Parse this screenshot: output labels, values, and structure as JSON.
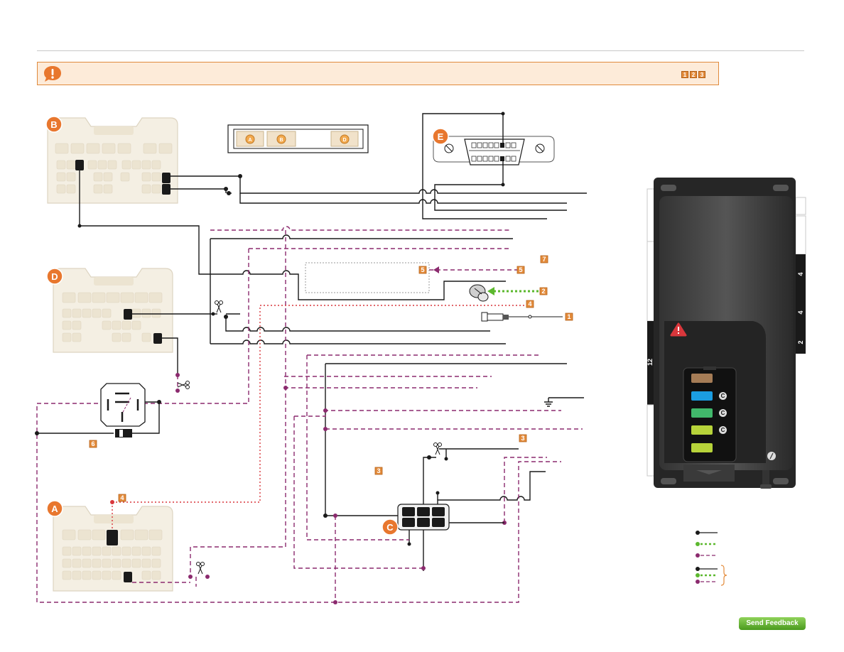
{
  "banner": {
    "icon": "alert-bubble-icon",
    "note_tags": [
      "1",
      "2",
      "3"
    ]
  },
  "connectors": {
    "A": "A",
    "B": "B",
    "C": "C",
    "D": "D",
    "E": "E"
  },
  "harness_pins": [
    "A",
    "B",
    "D"
  ],
  "callouts": {
    "c1": "1",
    "c2": "2",
    "c3_top": "3",
    "c3_mid": "3",
    "c4_top": "4",
    "c4_bottom": "4",
    "c5_left": "5",
    "c5_right": "5",
    "c6": "6",
    "c7": "7"
  },
  "module_side_labels": [
    "4",
    "4",
    "2",
    "12"
  ],
  "module_ports": [
    "C",
    "C",
    "C"
  ],
  "colors": {
    "wire": "#1a1a1a",
    "purple_dashed": "#8b2a6e",
    "green_dotted": "#5cb82e",
    "red_dotted": "#d9373c",
    "callout": "#e38b3b",
    "connector_letter": "#e8772e",
    "connector_body": "#f4efe3",
    "banner_bg": "#fdebd9"
  },
  "feedback_button": "Send Feedback"
}
